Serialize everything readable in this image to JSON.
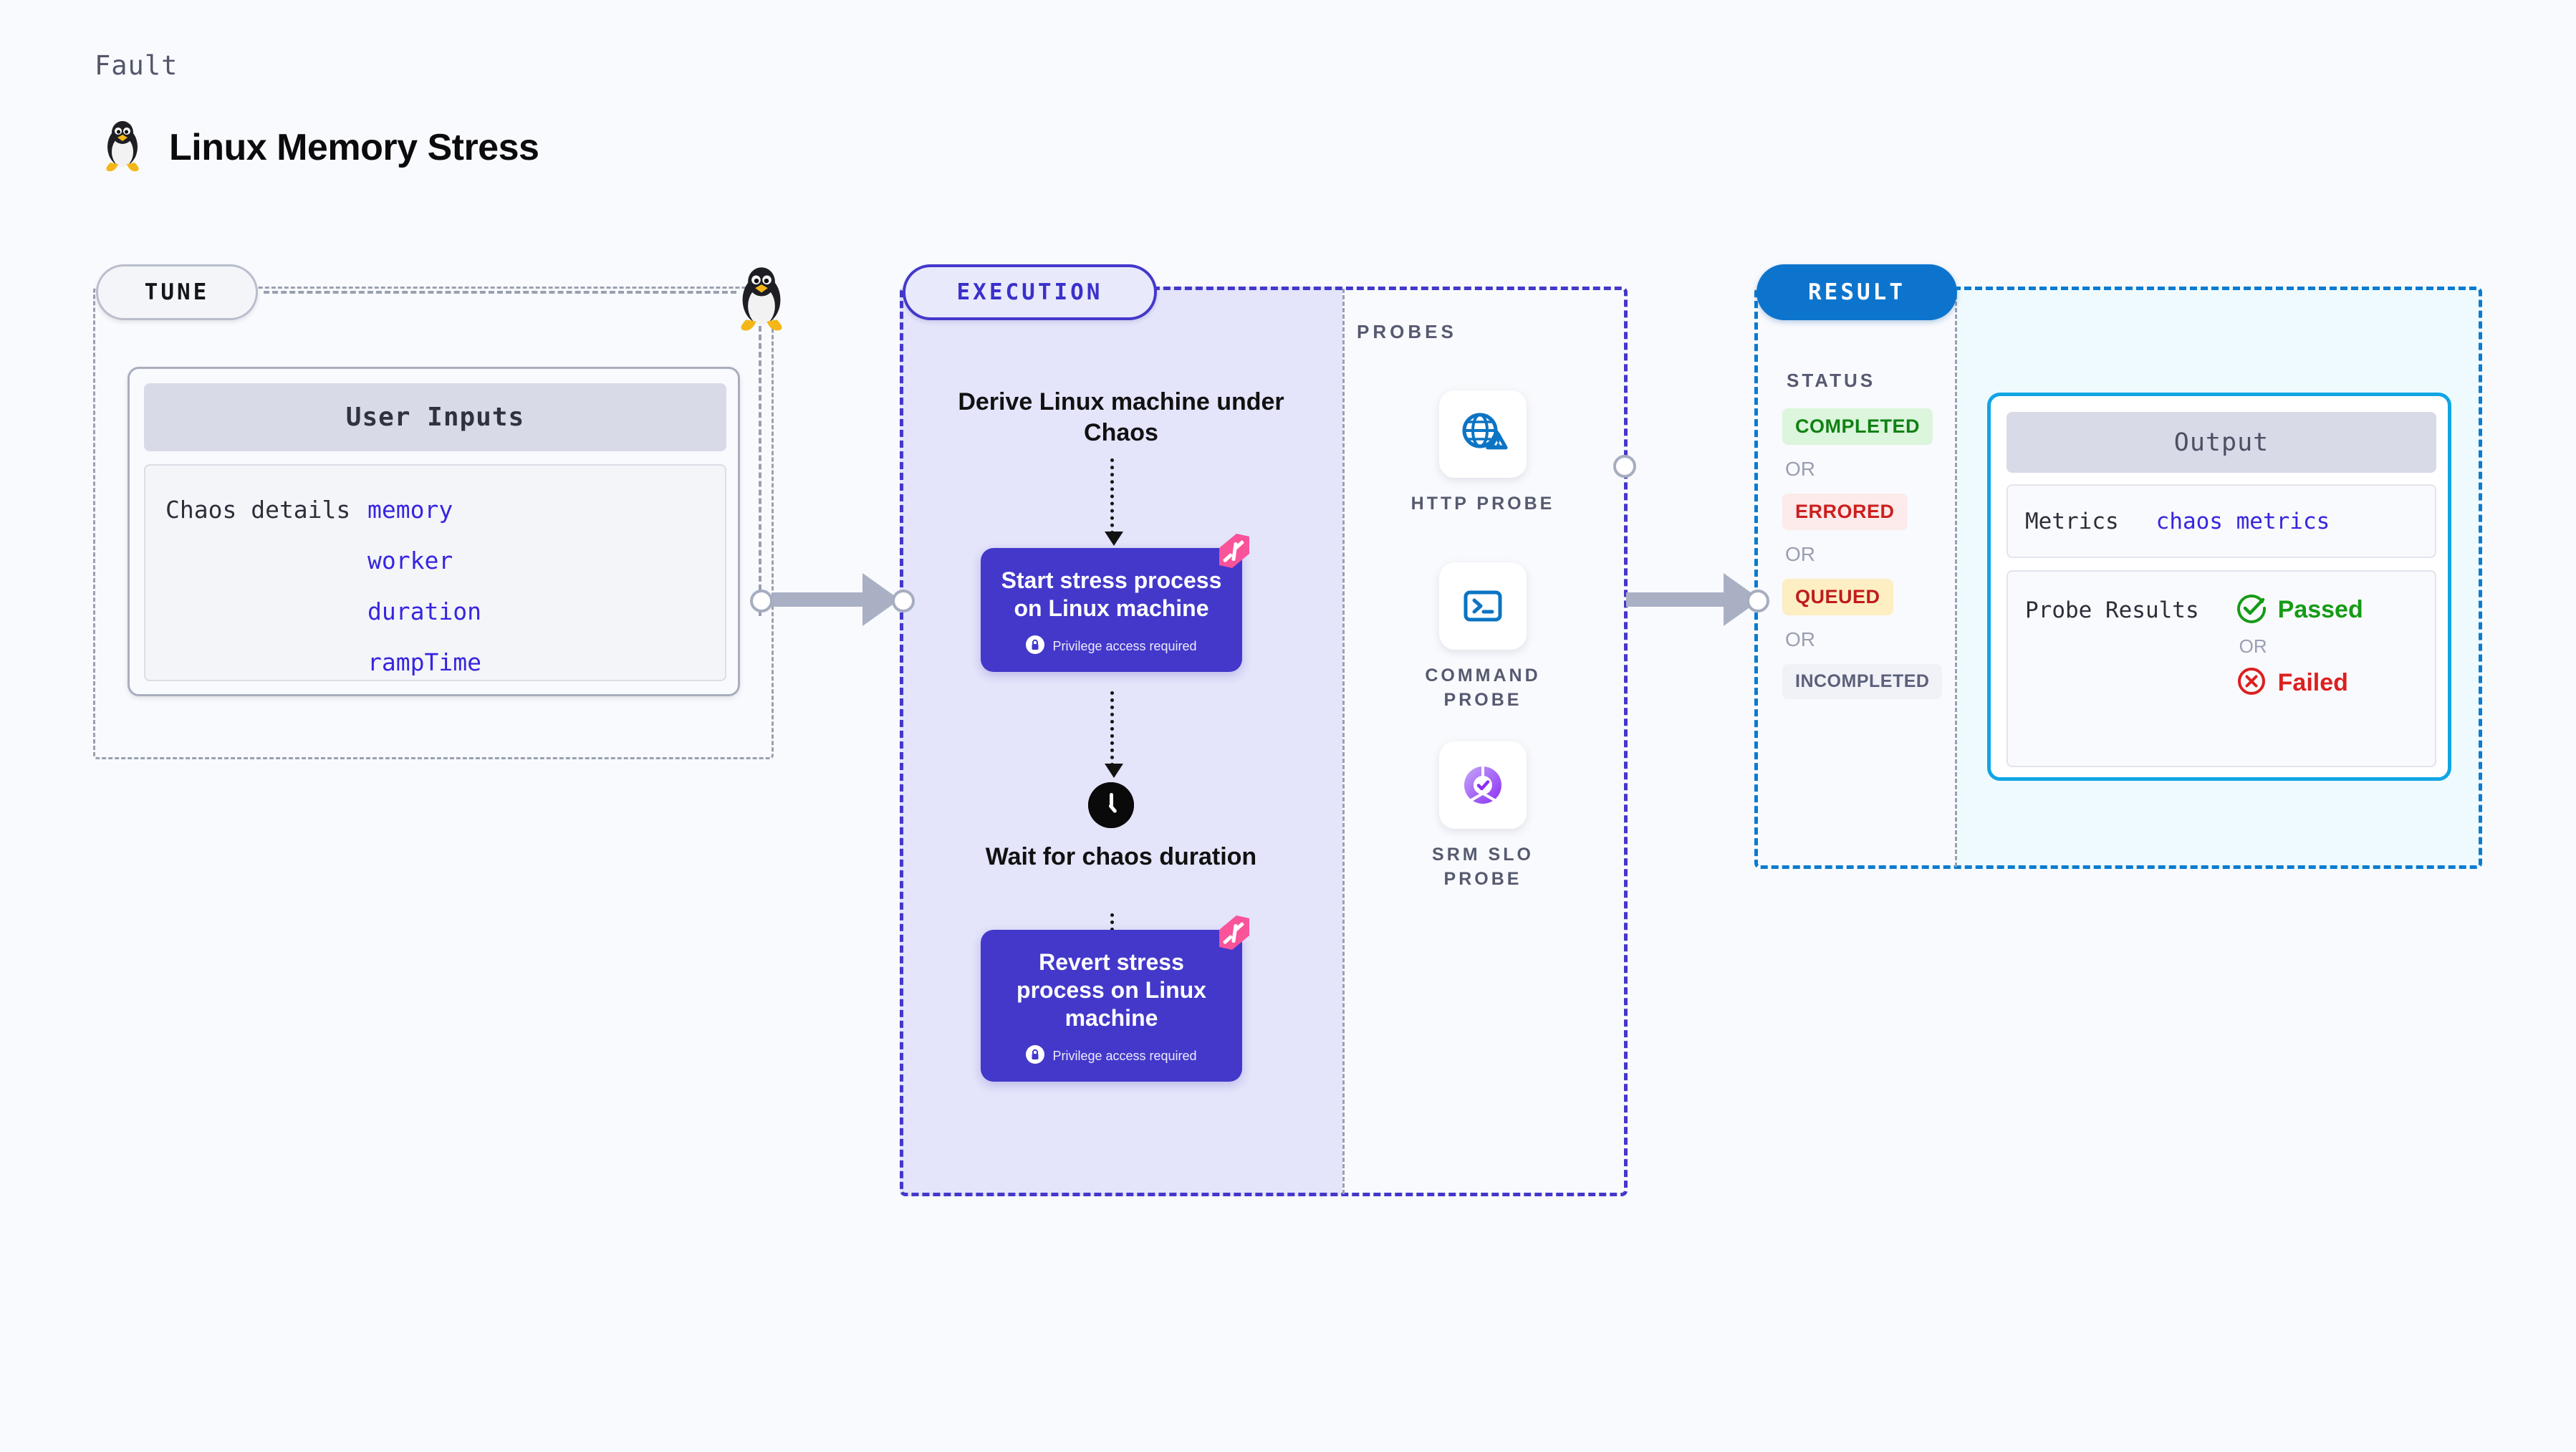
{
  "header": {
    "eyebrow": "Fault",
    "title": "Linux Memory Stress",
    "icon": "linux-penguin-icon"
  },
  "tune": {
    "pill_label": "TUNE",
    "card": {
      "header": "User Inputs",
      "row_label": "Chaos details",
      "params": [
        "memory",
        "worker",
        "duration",
        "rampTime"
      ]
    },
    "link_icon": "linux-penguin-icon"
  },
  "execution": {
    "pill_label": "EXECUTION",
    "steps": [
      {
        "type": "text",
        "label": "Derive Linux machine under Chaos"
      },
      {
        "type": "card",
        "label": "Start stress process on Linux machine",
        "note": "Privilege access required",
        "note_icon": "lock-icon",
        "badge_icon": "harness-logo-icon"
      },
      {
        "type": "wait",
        "label": "Wait for chaos duration",
        "icon": "clock-icon"
      },
      {
        "type": "card",
        "label": "Revert stress process on Linux machine",
        "note": "Privilege access required",
        "note_icon": "lock-icon",
        "badge_icon": "harness-logo-icon"
      }
    ]
  },
  "probes": {
    "section_label": "PROBES",
    "items": [
      {
        "label": "HTTP PROBE",
        "icon": "globe-warning-icon"
      },
      {
        "label": "COMMAND PROBE",
        "icon": "terminal-icon"
      },
      {
        "label": "SRM SLO PROBE",
        "icon": "slo-donut-check-icon"
      }
    ]
  },
  "result": {
    "pill_label": "RESULT",
    "status_label": "STATUS",
    "or_label": "OR",
    "statuses": [
      {
        "label": "COMPLETED",
        "bg": "#dcf5dd",
        "fg": "#108114"
      },
      {
        "label": "ERRORED",
        "bg": "#fdeaea",
        "fg": "#cc1f1f"
      },
      {
        "label": "QUEUED",
        "bg": "#fdeec3",
        "fg": "#c01c1c"
      },
      {
        "label": "INCOMPLETED",
        "bg": "#f1f2f7",
        "fg": "#5c607a"
      }
    ],
    "output": {
      "header": "Output",
      "metrics_label": "Metrics",
      "metrics_value": "chaos metrics",
      "probe_results_label": "Probe Results",
      "passed_label": "Passed",
      "passed_icon": "check-circle-icon",
      "failed_label": "Failed",
      "failed_icon": "x-circle-icon",
      "or_label": "OR"
    }
  },
  "colors": {
    "background": "#f9fafd",
    "execution_accent": "#4338ca",
    "result_accent": "#0d74cd",
    "output_accent": "#11a5e4",
    "param_text": "#3725e0",
    "harness_pink": "#f9539a"
  }
}
